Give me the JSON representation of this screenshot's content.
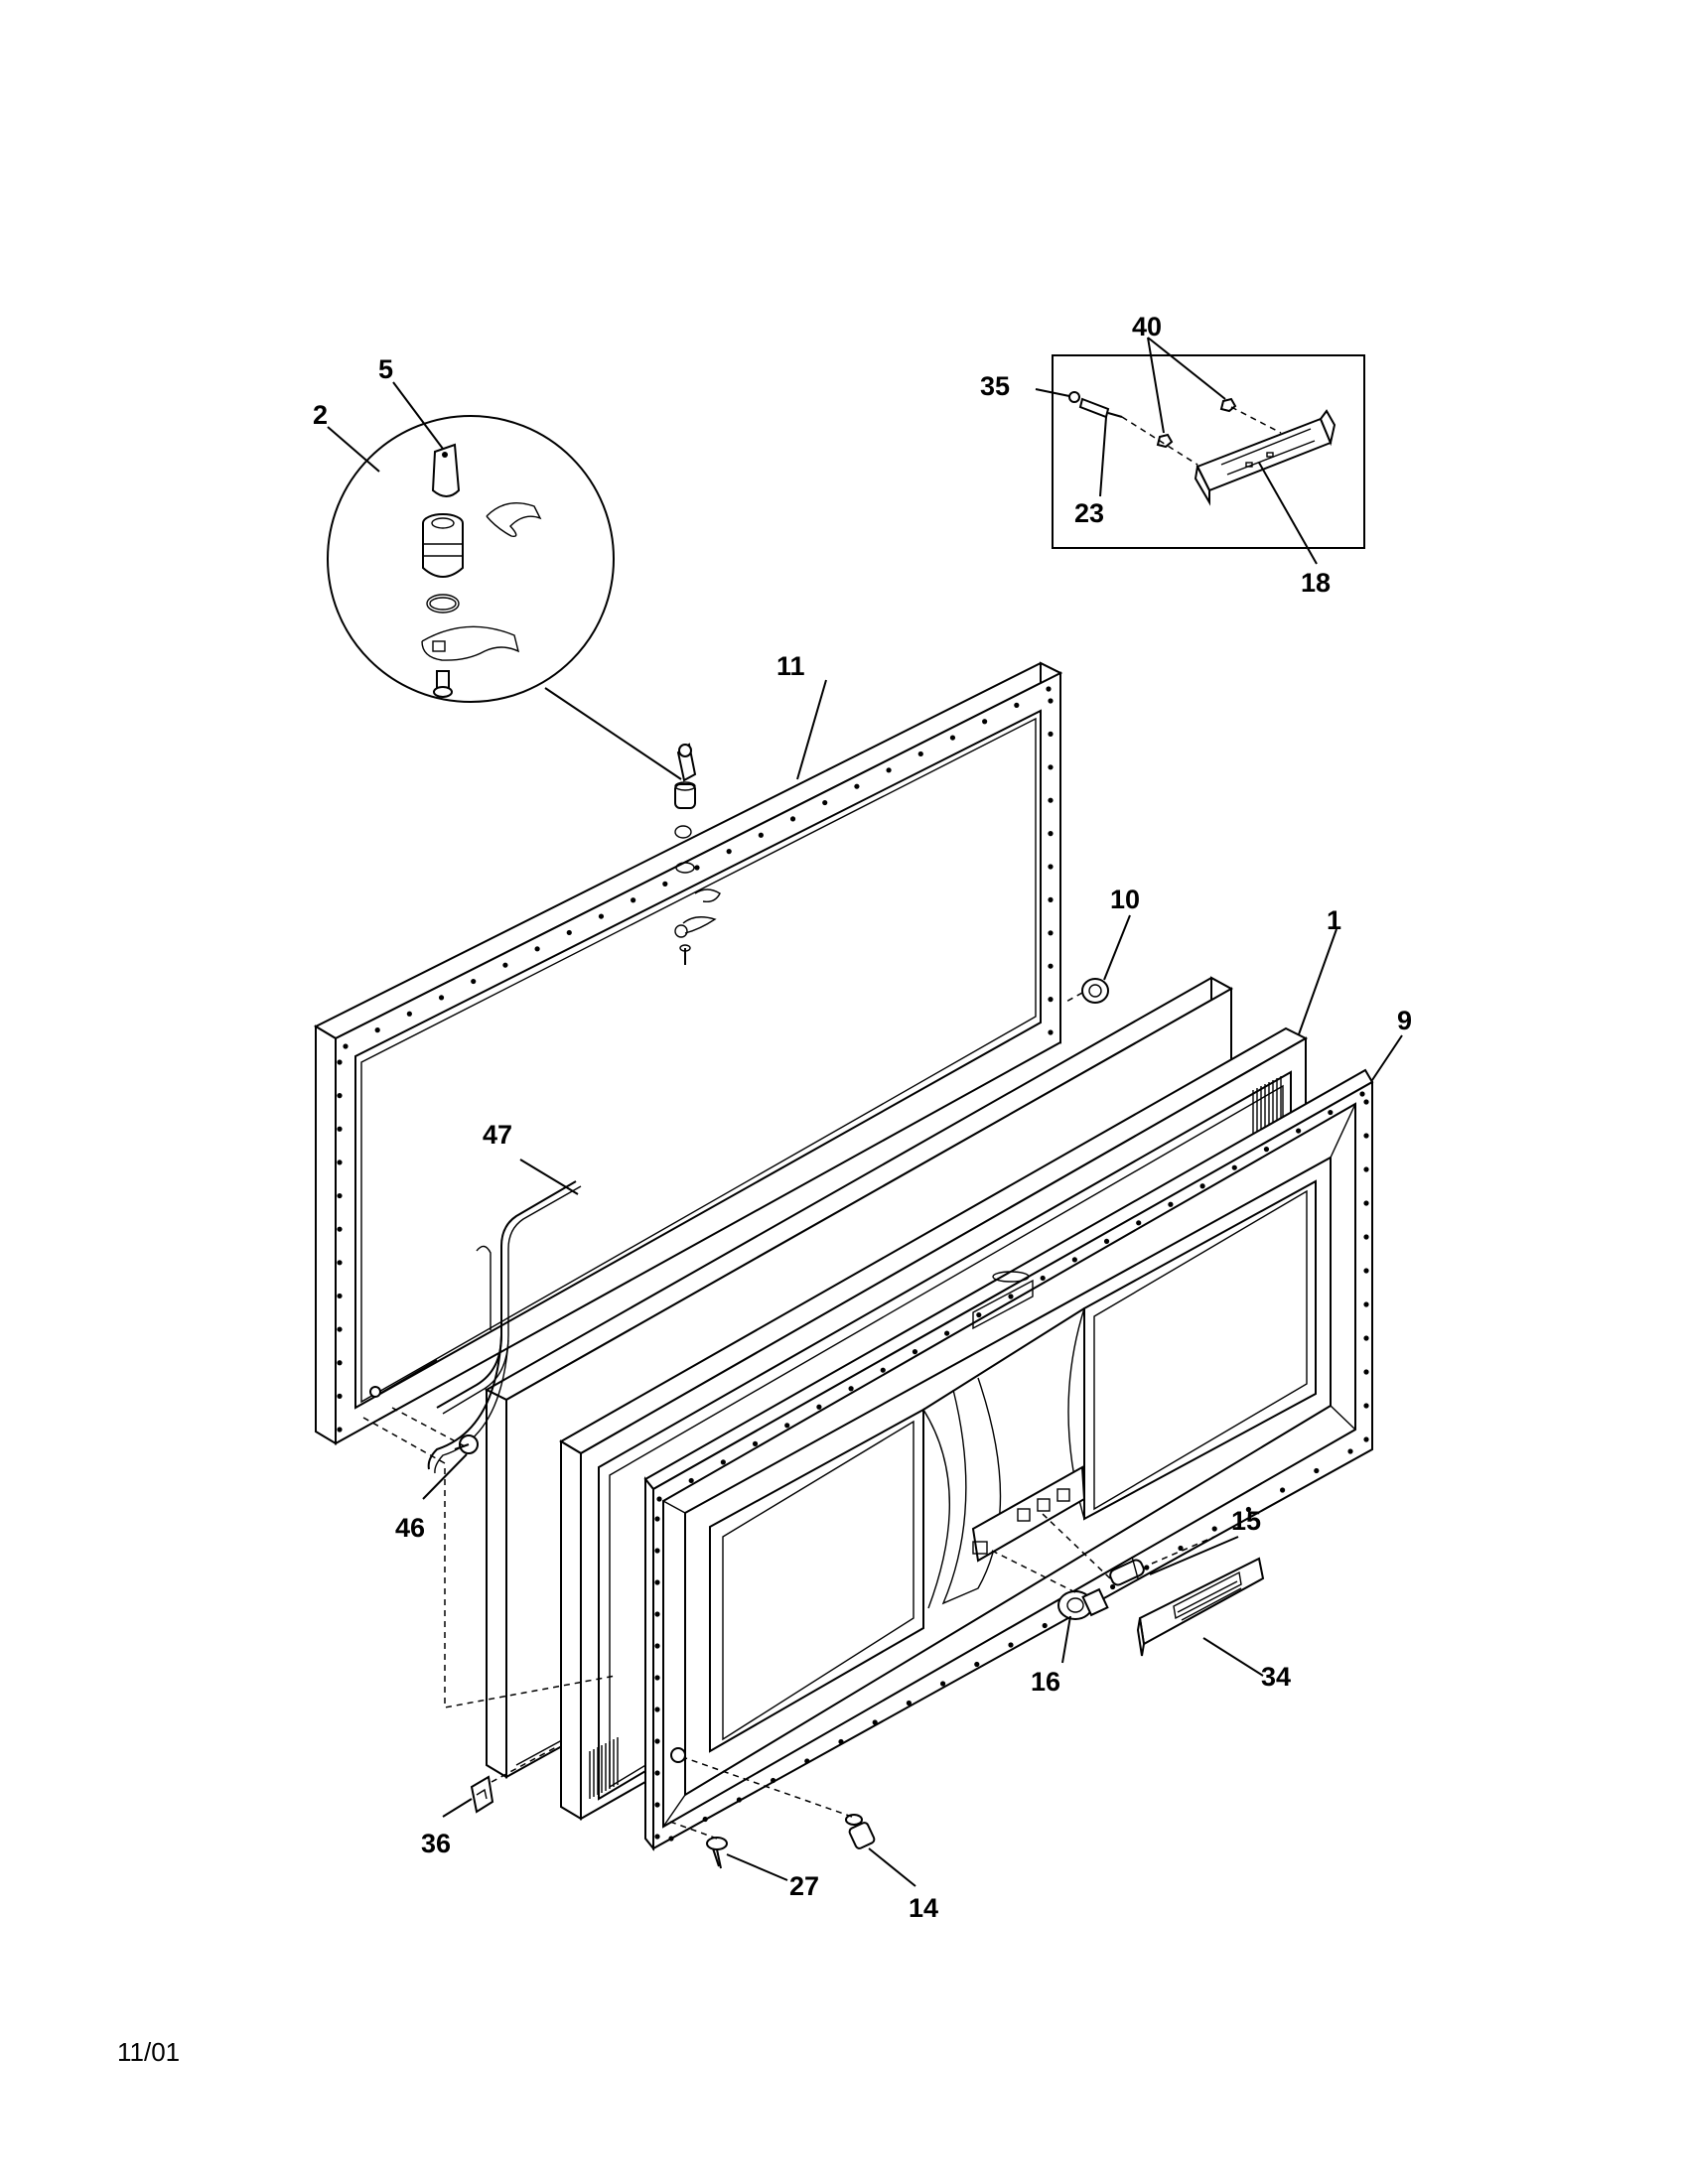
{
  "callouts": {
    "c1": "1",
    "c2": "2",
    "c5": "5",
    "c9": "9",
    "c10": "10",
    "c11": "11",
    "c14": "14",
    "c15": "15",
    "c16": "16",
    "c18": "18",
    "c23": "23",
    "c27": "27",
    "c34": "34",
    "c35": "35",
    "c36": "36",
    "c40": "40",
    "c46": "46",
    "c47": "47"
  },
  "footer": {
    "date": "11/01"
  }
}
